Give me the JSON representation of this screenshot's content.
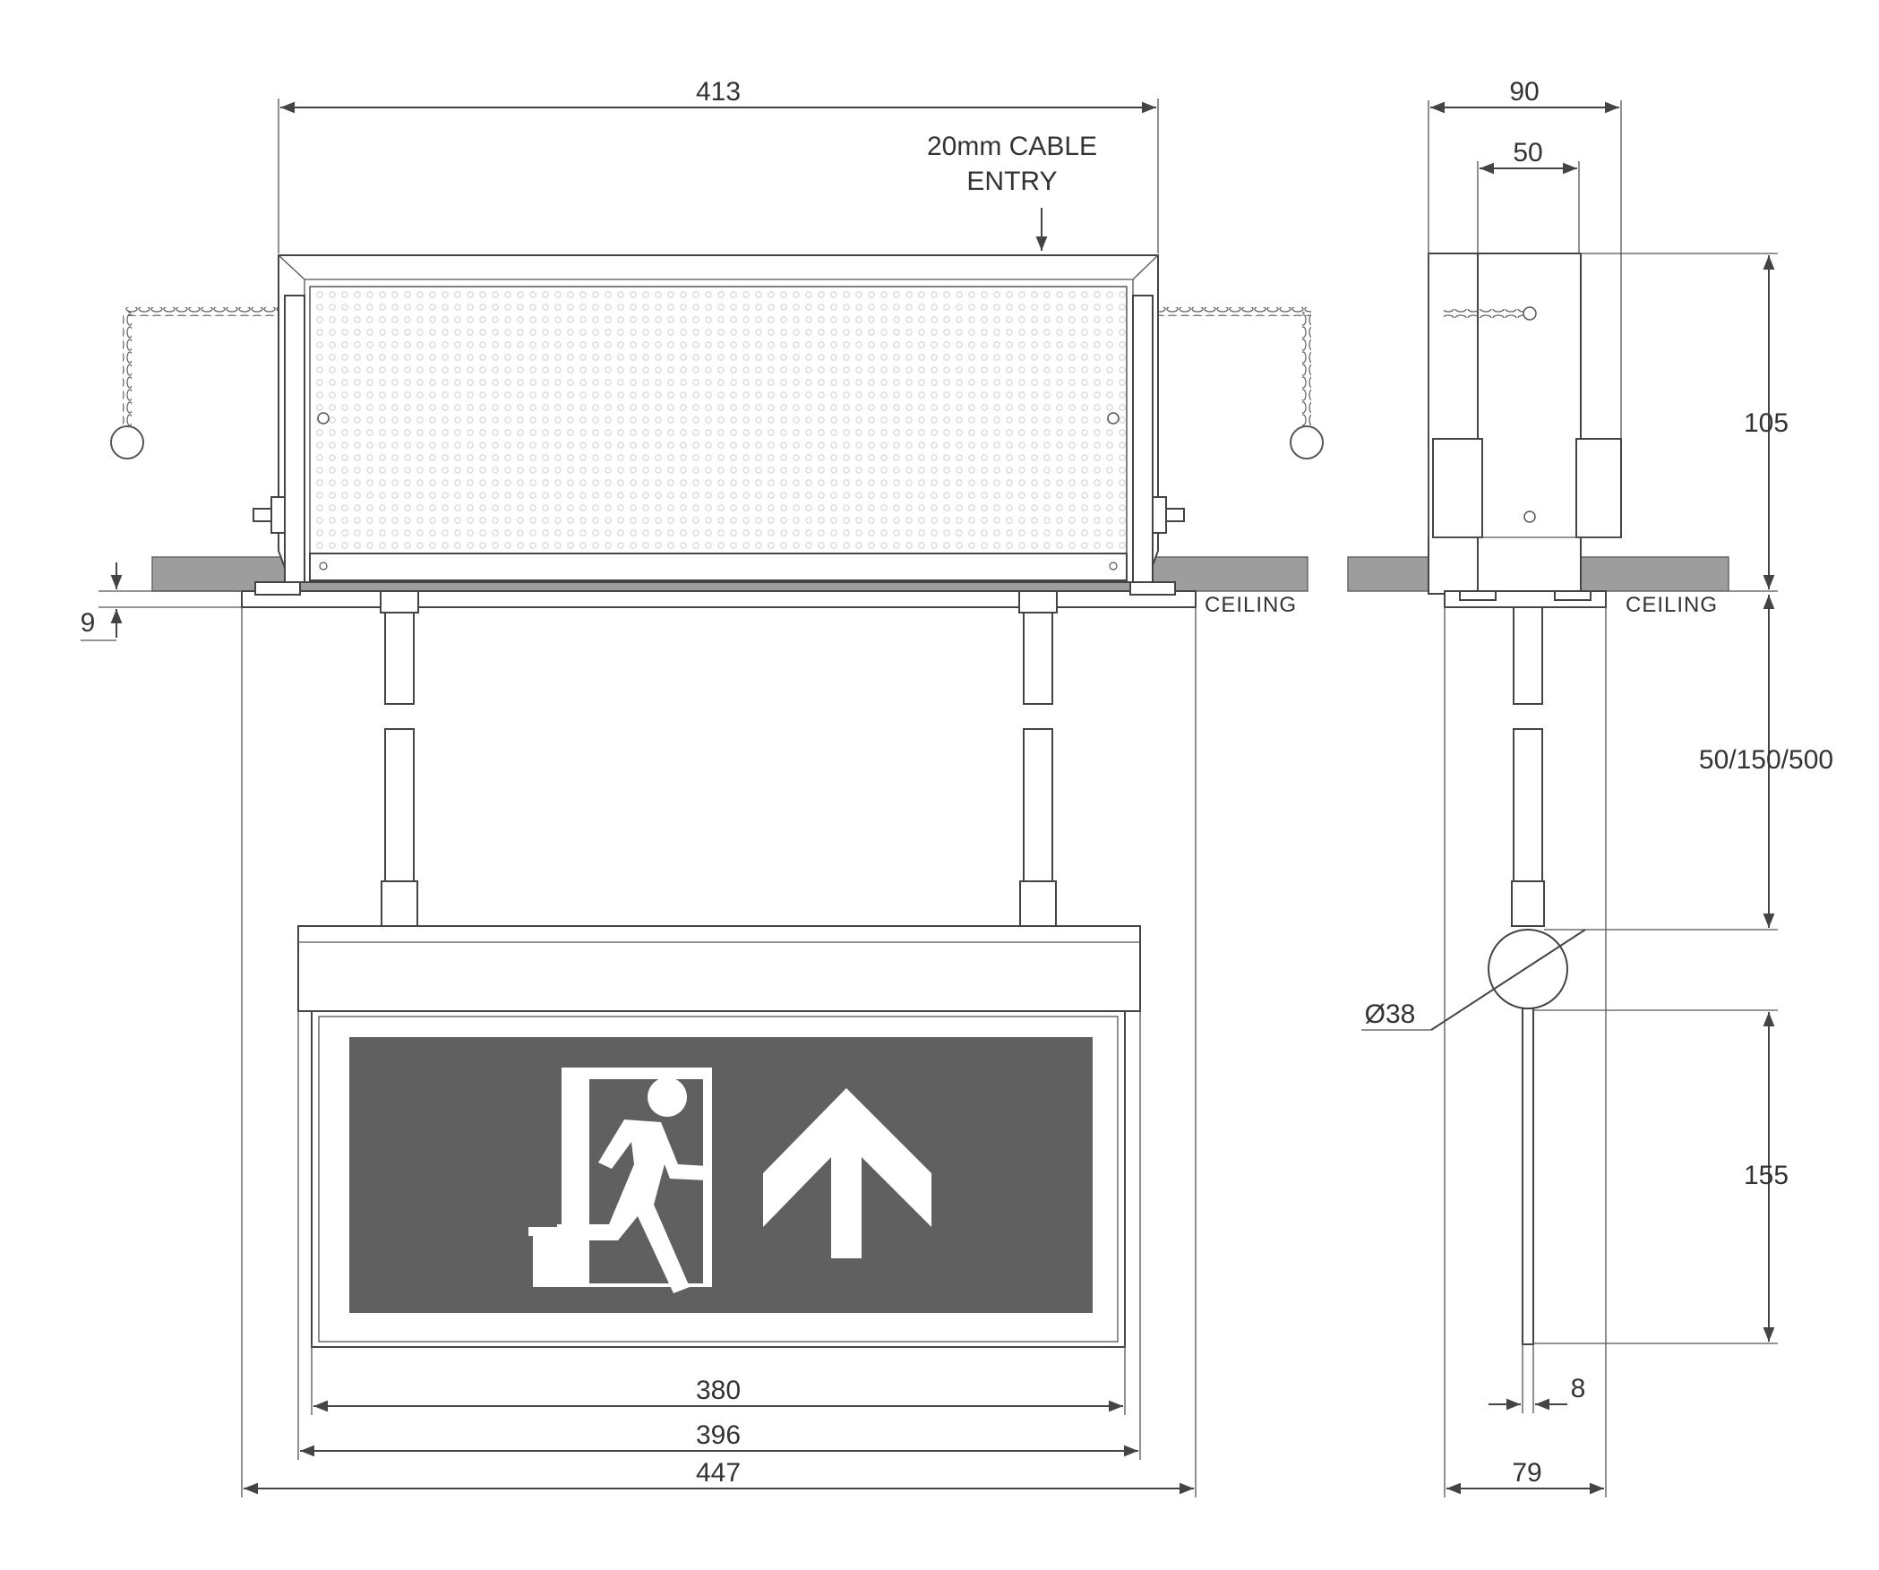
{
  "colors": {
    "line": "#444444",
    "ceiling": "#9d9d9d",
    "sign_panel": "#5f605f",
    "sign_symbol": "#ffffff",
    "perforation": "#d4d4d4"
  },
  "front_view": {
    "overall_width": "413",
    "cable_entry_line1": "20mm CABLE",
    "cable_entry_line2": "ENTRY",
    "ceiling_thickness": "9",
    "ceiling_label": "CEILING",
    "legend_width": "380",
    "panel_width": "396",
    "frame_width": "447"
  },
  "side_view": {
    "overall_depth": "90",
    "inner_depth": "50",
    "box_height": "105",
    "ceiling_label": "CEILING",
    "drop_length": "50/150/500",
    "tube_diameter": "Ø38",
    "sign_height": "155",
    "sign_thickness": "8",
    "base_width": "79"
  },
  "sign": {
    "running_man": "running-man-pictogram",
    "arrow": "up-arrow"
  }
}
